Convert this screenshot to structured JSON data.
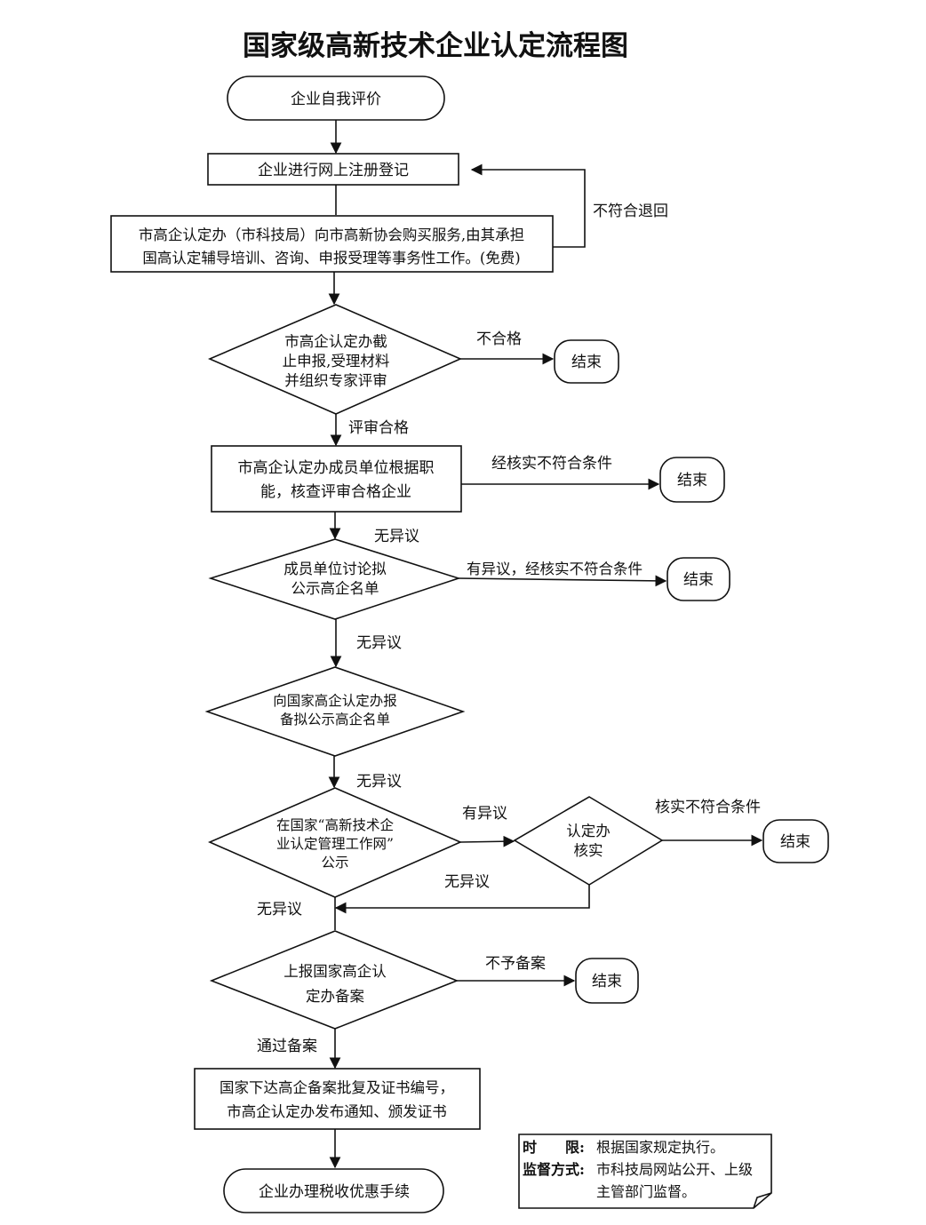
{
  "title": "国家级高新技术企业认定流程图",
  "nodes": {
    "start": "企业自我评价",
    "register": "企业进行网上注册登记",
    "service": [
      "市高企认定办（市科技局）向市高新协会购买服务,由其承担",
      "国高认定辅导培训、咨询、申报受理等事务性工作。(免费)"
    ],
    "review": [
      "市高企认定办截",
      "止申报,受理材料",
      "并组织专家评审"
    ],
    "verify": [
      "市高企认定办成员单位根据职",
      "能，核查评审合格企业"
    ],
    "discuss": [
      "成员单位讨论拟",
      "公示高企名单"
    ],
    "report": [
      "向国家高企认定办报",
      "备拟公示高企名单"
    ],
    "publicize": [
      "在国家“高新技术企",
      "业认定管理工作网”",
      "公示"
    ],
    "check": [
      "认定办",
      "核实"
    ],
    "file": [
      "上报国家高企认",
      "定办备案"
    ],
    "approve": [
      "国家下达高企备案批复及证书编号，",
      "市高企认定办发布通知、颁发证书"
    ],
    "tax": "企业办理税收优惠手续",
    "end": "结束"
  },
  "edges": {
    "return": "不符合退回",
    "fail": "不合格",
    "pass": "评审合格",
    "verify_fail": "经核实不符合条件",
    "no_objection": "无异议",
    "objection_fail": "有异议，经核实不符合条件",
    "objection": "有异议",
    "check_fail": "核实不符合条件",
    "not_filed": "不予备案",
    "filed": "通过备案"
  },
  "note": {
    "time_label": "时　　限:",
    "time_value": "根据国家规定执行。",
    "supervise_label": "监督方式:",
    "supervise_value": [
      "市科技局网站公开、上级",
      "主管部门监督。"
    ]
  }
}
